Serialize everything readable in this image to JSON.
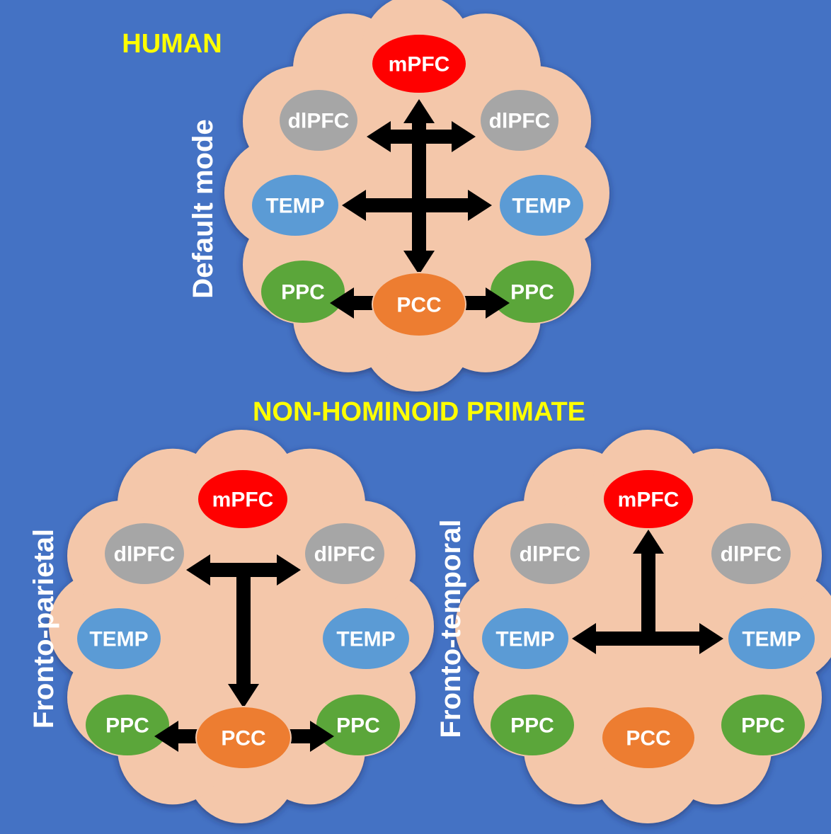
{
  "colors": {
    "background": "#4472c4",
    "brain": "#f4c7aa",
    "heading": "#ffff00",
    "label": "#ffffff",
    "arrow": "#000000",
    "mPFC": "#ff0000",
    "dlPFC": "#a6a6a6",
    "TEMP": "#5b9bd5",
    "PPC": "#5ba63a",
    "PCC": "#ed7d31"
  },
  "headings": {
    "human": "HUMAN",
    "non_hominoid": "NON-HOMINOID PRIMATE"
  },
  "panels": [
    {
      "id": "human",
      "side_label": "Default mode",
      "nodes": {
        "mpfc": "mPFC",
        "dlpfc_left": "dlPFC",
        "dlpfc_right": "dlPFC",
        "temp_left": "TEMP",
        "temp_right": "TEMP",
        "ppc_left": "PPC",
        "ppc_right": "PPC",
        "pcc": "PCC"
      }
    },
    {
      "id": "fronto-parietal",
      "side_label": "Fronto-parietal",
      "nodes": {
        "mpfc": "mPFC",
        "dlpfc_left": "dlPFC",
        "dlpfc_right": "dlPFC",
        "temp_left": "TEMP",
        "temp_right": "TEMP",
        "ppc_left": "PPC",
        "ppc_right": "PPC",
        "pcc": "PCC"
      }
    },
    {
      "id": "fronto-temporal",
      "side_label": "Fronto-temporal",
      "nodes": {
        "mpfc": "mPFC",
        "dlpfc_left": "dlPFC",
        "dlpfc_right": "dlPFC",
        "temp_left": "TEMP",
        "temp_right": "TEMP",
        "ppc_left": "PPC",
        "ppc_right": "PPC",
        "pcc": "PCC"
      }
    }
  ]
}
